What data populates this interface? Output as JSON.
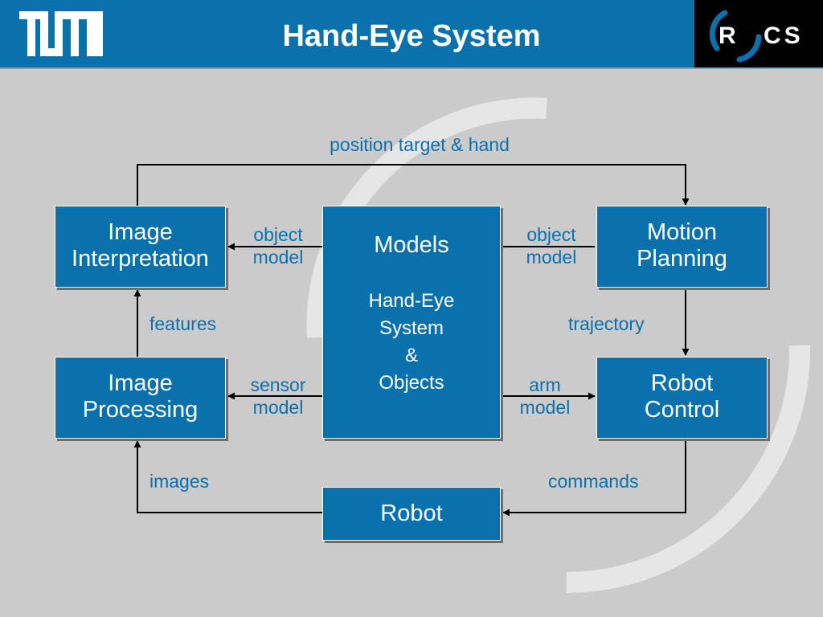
{
  "header": {
    "title": "Hand-Eye System",
    "logo_left_text": "TUM",
    "logo_right_text": "RCS",
    "accent_color": "#0b71ad"
  },
  "boxes": {
    "image_interpretation": [
      "Image",
      "Interpretation"
    ],
    "image_processing": [
      "Image",
      "Processing"
    ],
    "motion_planning": [
      "Motion",
      "Planning"
    ],
    "robot_control": [
      "Robot",
      "Control"
    ],
    "robot": "Robot",
    "models": {
      "title": "Models",
      "body": [
        "Hand-Eye",
        "System",
        "&",
        "Objects"
      ]
    }
  },
  "labels": {
    "position_target_hand": "position target & hand",
    "object_model_left": [
      "object",
      "model"
    ],
    "object_model_right": [
      "object",
      "model"
    ],
    "features": "features",
    "trajectory": "trajectory",
    "sensor_model": [
      "sensor",
      "model"
    ],
    "arm_model": [
      "arm",
      "model"
    ],
    "images": "images",
    "commands": "commands"
  }
}
